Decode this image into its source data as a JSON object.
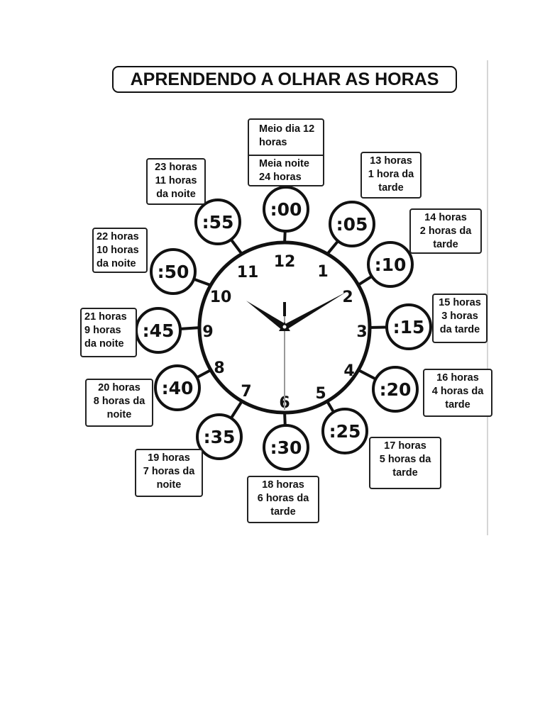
{
  "title": "APRENDENDO A OLHAR AS HORAS",
  "clock": {
    "numbers": [
      "12",
      "1",
      "2",
      "3",
      "4",
      "5",
      "6",
      "7",
      "8",
      "9",
      "10",
      "11"
    ],
    "minute_marks": [
      ":00",
      ":05",
      ":10",
      ":15",
      ":20",
      ":25",
      ":30",
      ":35",
      ":40",
      ":45",
      ":50",
      ":55"
    ],
    "hands": {
      "hour": 10,
      "minute": 10
    }
  },
  "noon_box": {
    "top": [
      "Meio dia",
      "12 horas"
    ],
    "bottom": [
      "Meia noite",
      "24 horas"
    ]
  },
  "labels": [
    {
      "hour": 1,
      "lines": [
        "13 horas",
        "1 hora da",
        "tarde"
      ]
    },
    {
      "hour": 2,
      "lines": [
        "14 horas",
        "2 horas da",
        "tarde"
      ]
    },
    {
      "hour": 3,
      "lines": [
        "15 horas",
        "3 horas",
        "da tarde"
      ]
    },
    {
      "hour": 4,
      "lines": [
        "16 horas",
        "4 horas da",
        "tarde"
      ]
    },
    {
      "hour": 5,
      "lines": [
        "17 horas",
        "5 horas da",
        "tarde"
      ]
    },
    {
      "hour": 6,
      "lines": [
        "18 horas",
        "6 horas da",
        "tarde"
      ]
    },
    {
      "hour": 7,
      "lines": [
        "19 horas",
        "7 horas da",
        "noite"
      ]
    },
    {
      "hour": 8,
      "lines": [
        "20 horas",
        "8 horas da",
        "noite"
      ]
    },
    {
      "hour": 9,
      "lines": [
        "21 horas",
        "9 horas",
        "da noite"
      ]
    },
    {
      "hour": 10,
      "lines": [
        "22 horas",
        "10 horas",
        "da noite"
      ]
    },
    {
      "hour": 11,
      "lines": [
        "23 horas",
        "11 horas",
        "da noite"
      ]
    }
  ]
}
